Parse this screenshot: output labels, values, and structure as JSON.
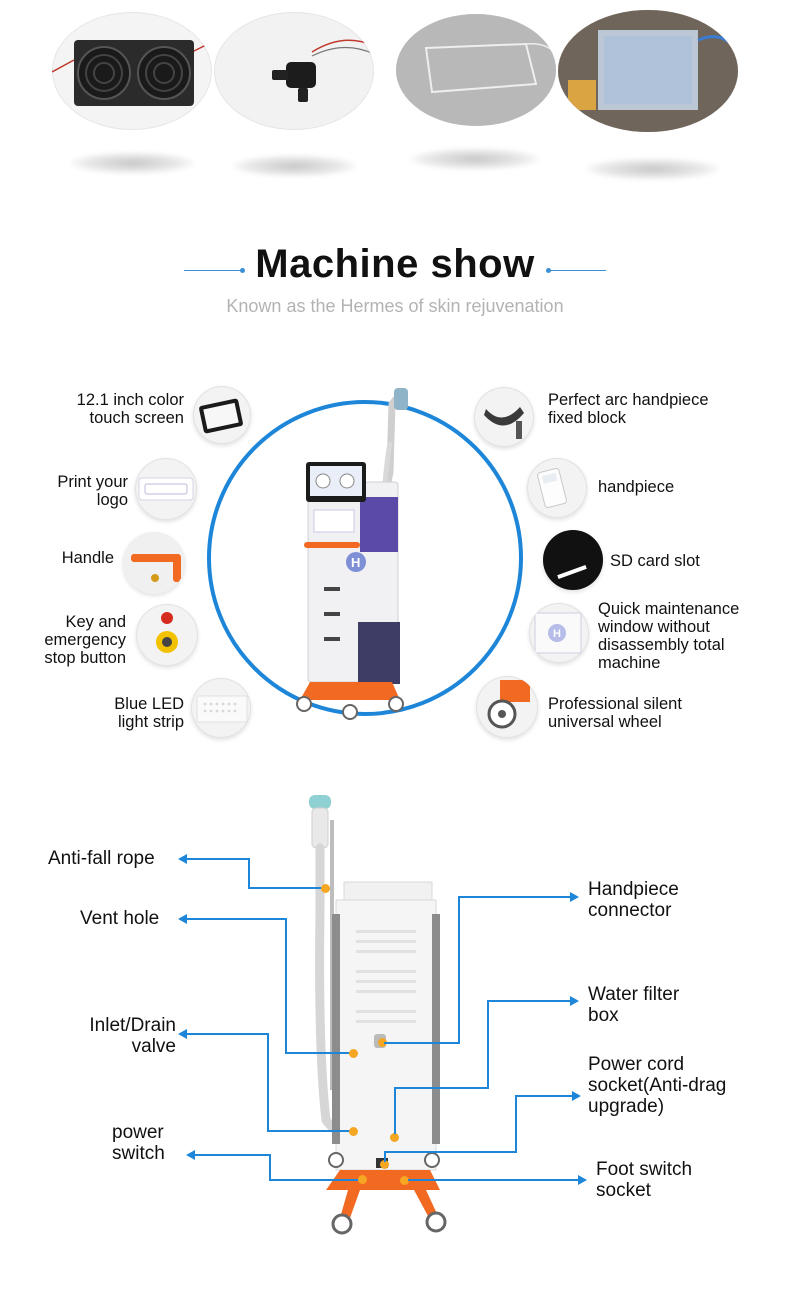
{
  "components_row": {
    "items": [
      {
        "icon": "cooling-fan-radiator-icon"
      },
      {
        "icon": "water-pump-icon"
      },
      {
        "icon": "tube-frame-icon"
      },
      {
        "icon": "water-tank-icon"
      }
    ]
  },
  "header": {
    "title": "Machine show",
    "subtitle": "Known as the Hermes of skin rejuvenation"
  },
  "features": {
    "left": [
      {
        "label_lines": [
          "12.1 inch color",
          "touch screen"
        ],
        "icon": "touch-screen-icon"
      },
      {
        "label_lines": [
          "Print your",
          "logo"
        ],
        "icon": "logo-panel-icon"
      },
      {
        "label_lines": [
          "Handle"
        ],
        "icon": "handle-icon"
      },
      {
        "label_lines": [
          "Key and",
          "emergency",
          "stop button"
        ],
        "icon": "emergency-stop-icon"
      },
      {
        "label_lines": [
          "Blue LED",
          "light strip"
        ],
        "icon": "led-strip-icon"
      }
    ],
    "right": [
      {
        "label_lines": [
          "Perfect arc handpiece",
          "fixed block"
        ],
        "icon": "handpiece-holder-icon"
      },
      {
        "label_lines": [
          "handpiece"
        ],
        "icon": "handpiece-icon"
      },
      {
        "label_lines": [
          "SD card slot"
        ],
        "icon": "sd-card-slot-icon"
      },
      {
        "label_lines": [
          "Quick maintenance",
          "window without",
          "disassembly total",
          "machine"
        ],
        "icon": "maintenance-window-icon"
      },
      {
        "label_lines": [
          "Professional silent",
          "universal wheel"
        ],
        "icon": "universal-wheel-icon"
      }
    ],
    "accent_color": "#1d86d9",
    "machine_accent": "#f26a21"
  },
  "callouts": {
    "left": [
      {
        "label_lines": [
          "Anti-fall rope"
        ]
      },
      {
        "label_lines": [
          "Vent hole"
        ]
      },
      {
        "label_lines": [
          "Inlet/Drain",
          "valve"
        ]
      },
      {
        "label_lines": [
          "power",
          "switch"
        ]
      }
    ],
    "right": [
      {
        "label_lines": [
          "Handpiece",
          "connector"
        ]
      },
      {
        "label_lines": [
          "Water filter",
          "box"
        ]
      },
      {
        "label_lines": [
          "Power cord",
          "socket(Anti-drag",
          "upgrade)"
        ]
      },
      {
        "label_lines": [
          "Foot switch",
          "socket"
        ]
      }
    ],
    "line_color": "#1d86d9",
    "dot_color": "#f5a623"
  }
}
